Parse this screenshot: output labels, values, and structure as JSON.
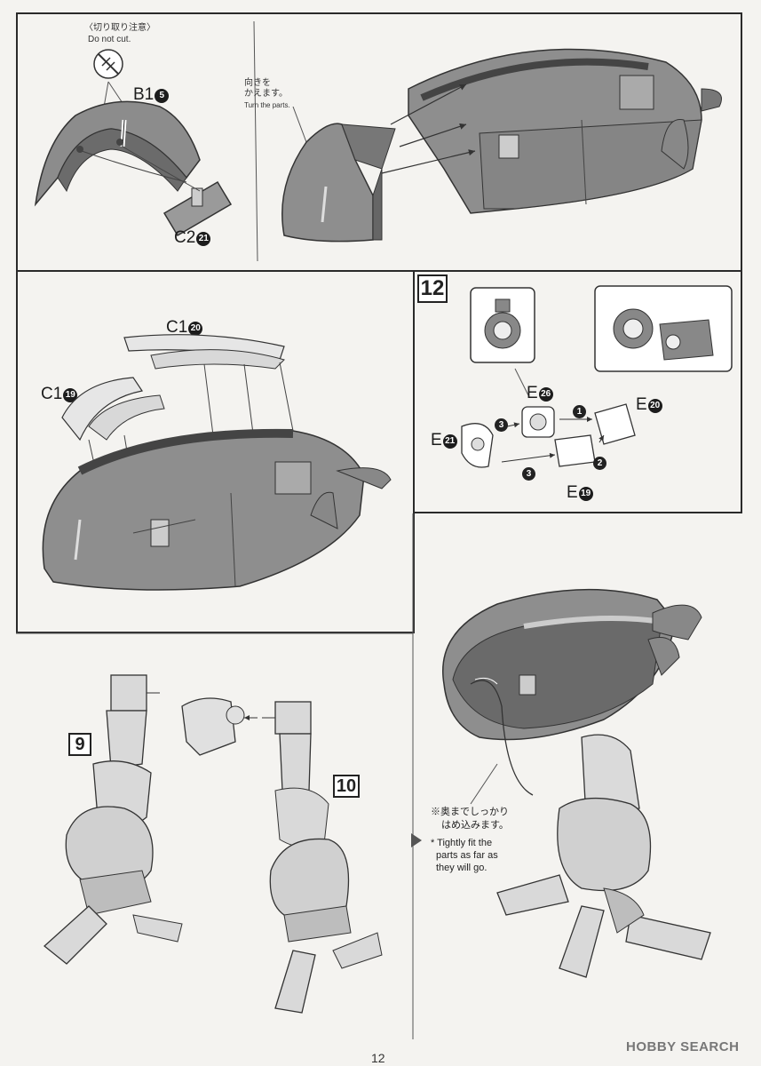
{
  "panel1": {
    "caution_jp": "〈切り取り注意〉",
    "caution_en": "Do not cut.",
    "part_b": {
      "label": "B1",
      "num": "5"
    },
    "part_c": {
      "label": "C2",
      "num": "21"
    }
  },
  "panel2": {
    "turn_jp_line1": "向きを",
    "turn_jp_line2": "かえます。",
    "turn_en": "Turn the parts."
  },
  "panel3": {
    "part_top": {
      "label": "C1",
      "num": "20"
    },
    "part_left": {
      "label": "C1",
      "num": "19"
    }
  },
  "panel4": {
    "step": "12",
    "e26": {
      "label": "E",
      "num": "26"
    },
    "e20": {
      "label": "E",
      "num": "20"
    },
    "e21": {
      "label": "E",
      "num": "21"
    },
    "e19": {
      "label": "E",
      "num": "19"
    },
    "seq1": "1",
    "seq2": "2",
    "seq3a": "3",
    "seq3b": "3"
  },
  "panel5": {
    "ref_left": "9",
    "ref_right": "10"
  },
  "panel6": {
    "note_jp_line1": "※奥までしっかり",
    "note_jp_line2": "はめ込みます。",
    "note_en_line1": "* Tightly fit the",
    "note_en_line2": "parts as far as",
    "note_en_line3": "they will go."
  },
  "footer": {
    "page_number": "12",
    "watermark": "HOBBY SEARCH"
  }
}
